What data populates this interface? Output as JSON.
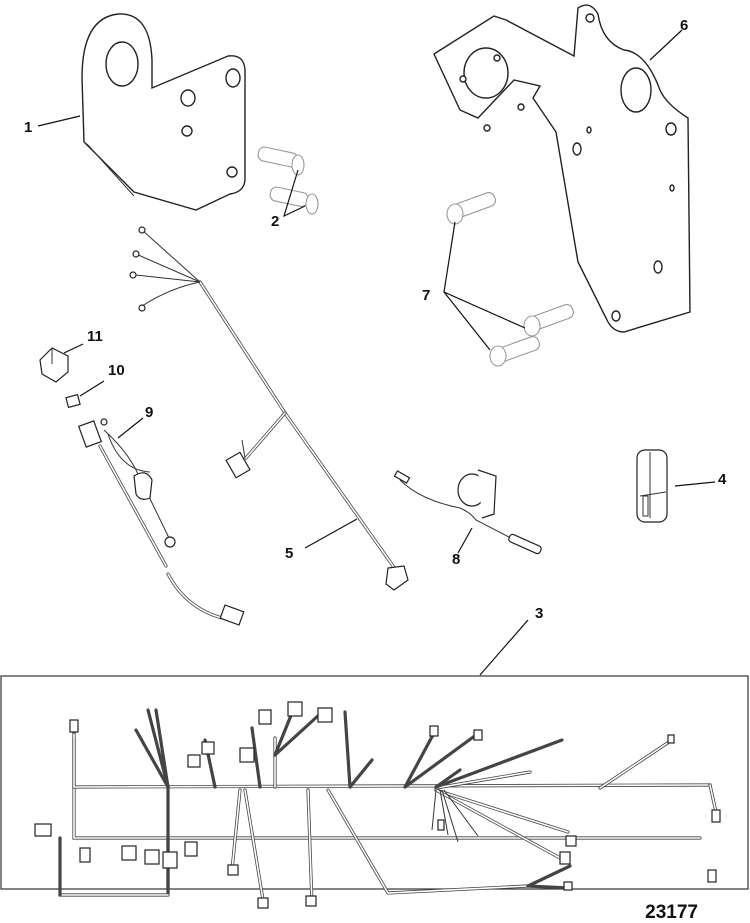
{
  "diagram": {
    "type": "exploded-parts-diagram",
    "figure_number": "23177",
    "callouts": [
      {
        "id": "1",
        "label": "1",
        "part": "mounting-bracket-small"
      },
      {
        "id": "2",
        "label": "2",
        "part": "bolts-pair"
      },
      {
        "id": "3",
        "label": "3",
        "part": "engine-wiring-harness"
      },
      {
        "id": "4",
        "label": "4",
        "part": "connector-plug"
      },
      {
        "id": "5",
        "label": "5",
        "part": "wiring-harness-branch"
      },
      {
        "id": "6",
        "label": "6",
        "part": "mounting-bracket-large"
      },
      {
        "id": "7",
        "label": "7",
        "part": "bolts-set-of-three"
      },
      {
        "id": "8",
        "label": "8",
        "part": "sensor-with-lead"
      },
      {
        "id": "9",
        "label": "9",
        "part": "jumper-harness"
      },
      {
        "id": "10",
        "label": "10",
        "part": "fuse"
      },
      {
        "id": "11",
        "label": "11",
        "part": "relay"
      }
    ]
  }
}
